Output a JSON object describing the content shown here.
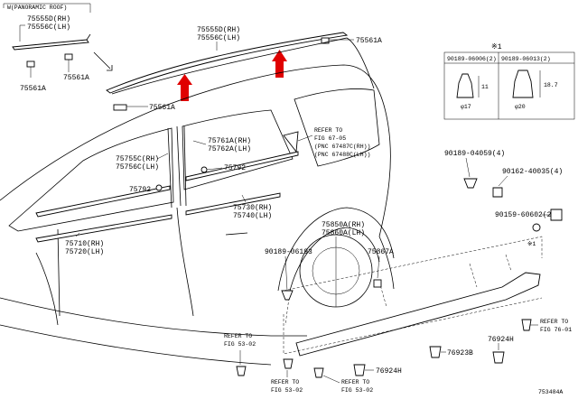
{
  "header_note": "W(PANORAMIC ROOF)",
  "labels": {
    "roof_rh_w": "75555D(RH)",
    "roof_lh_w": "75556C(LH)",
    "clip_left": "75561A",
    "clip_mid": "75561A",
    "roof_rh": "75555D(RH)",
    "roof_lh": "75556C(LH)",
    "clip_right": "75561A",
    "clip_top": "75561A",
    "belt_front_rh": "75755C(RH)",
    "belt_front_lh": "75756C(LH)",
    "screw_left": "75792",
    "belt_rear_rh": "75761A(RH)",
    "belt_rear_lh": "75762A(LH)",
    "screw_right": "75792",
    "moulding_rear_rh": "75730(RH)",
    "moulding_rear_lh": "75740(LH)",
    "moulding_front_rh": "75710(RH)",
    "moulding_front_lh": "75720(LH)",
    "rocker_rh": "75850A(RH)",
    "rocker_lh": "75860A(LH)",
    "clip_rocker": "75867A",
    "bolt_a": "90189-06193",
    "clip_b": "90189-04059(4)",
    "screw_c": "90162-40035(4)",
    "nut_d": "90159-60602(2)",
    "star_one": "※1",
    "plug_b": "76923B",
    "plug_h1": "76924H",
    "plug_h2": "76924H",
    "drawing_no": "753484A"
  },
  "refs": {
    "ref_fig67_l1": "REFER TO",
    "ref_fig67_l2": "FIG 67-05",
    "ref_fig67_l3": "(PNC 67487C(RH))",
    "ref_fig67_l4": "(PNC 67488C(LH))",
    "ref_5302a_l1": "REFER TO",
    "ref_5302a_l2": "FIG 53-02",
    "ref_5302b_l1": "REFER TO",
    "ref_5302b_l2": "FIG 53-02",
    "ref_5302c_l1": "REFER TO",
    "ref_5302c_l2": "FIG 53-02",
    "ref_7601_l1": "REFER TO",
    "ref_7601_l2": "FIG 76-01"
  },
  "clip_table": {
    "note": "※1",
    "col1": "90189-06006(2)",
    "col2": "90189-06013(2)",
    "dim1_h": "11",
    "dim1_d": "φ17",
    "dim2_h": "18.7",
    "dim2_d": "φ20"
  },
  "colors": {
    "arrow": "#e00000",
    "line": "#000000"
  }
}
